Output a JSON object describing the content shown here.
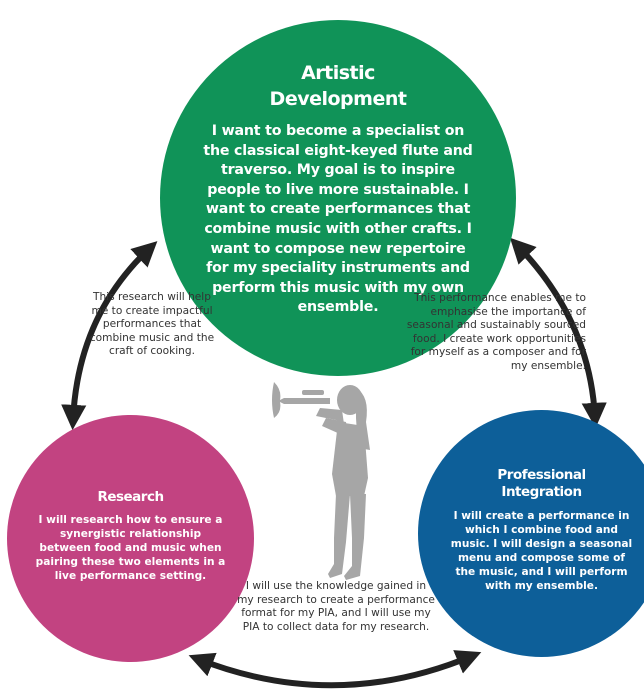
{
  "artistic": {
    "title": "Artistic Development",
    "body": "I want to become a specialist on the classical eight-keyed flute and traverso. My goal is to inspire people to live more sustainable. I want to create performances that combine music with other crafts. I want to compose new repertoire for my speciality instruments and perform this music with my own ensemble."
  },
  "research": {
    "title": "Research",
    "body": "I will research how to ensure a synergistic relationship between food and music when pairing these two elements in a live performance setting."
  },
  "professional": {
    "title": "Professional Integration",
    "body": "I will create a performance in which I combine food and music. I will design a seasonal menu and compose some of the music, and I will perform with my ensemble."
  },
  "notes": {
    "left": "This research will help me to create impactful performances that combine music and the craft of cooking.",
    "right": "This performance enables me to emphasise the importance of seasonal and sustainably sourced food. I create work opportunities for myself as a composer and for my ensemble.",
    "bottom": "I will use the knowledge gained in my research to create a performance format for my PIA, and I will use my PIA to collect data for my research."
  },
  "colors": {
    "artistic": "#109358",
    "research": "#c24381",
    "professional": "#0d5f99",
    "arrow": "#222222",
    "figure": "#a6a6a6"
  },
  "icons": {
    "center": "trumpet-player-silhouette-icon"
  }
}
